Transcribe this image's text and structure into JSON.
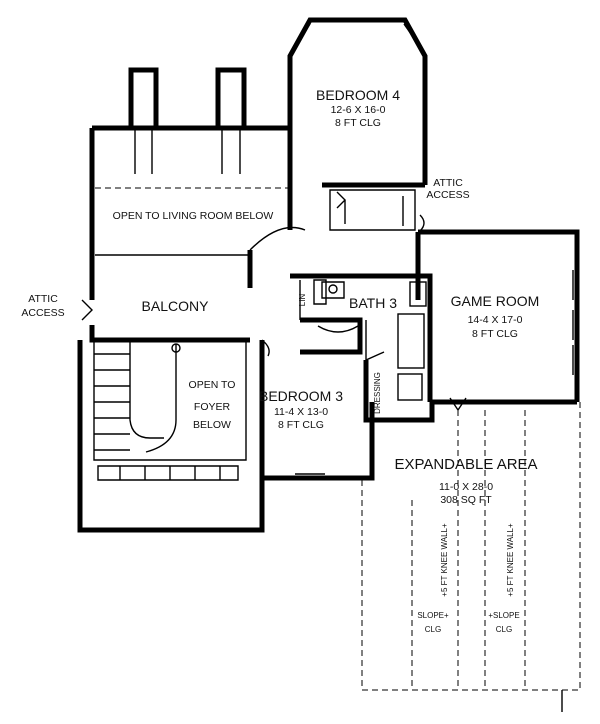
{
  "labels": {
    "bedroom4": {
      "name": "BEDROOM 4",
      "dims": "12-6 X 16-0",
      "clg": "8 FT CLG"
    },
    "open_living": "OPEN TO LIVING ROOM BELOW",
    "attic_access_top": [
      "ATTIC",
      "ACCESS"
    ],
    "attic_access_left": [
      "ATTIC",
      "ACCESS"
    ],
    "balcony": "BALCONY",
    "bath3": "BATH 3",
    "lin": "LIN",
    "game_room": {
      "name": "GAME ROOM",
      "dims": "14-4 X 17-0",
      "clg": "8 FT CLG"
    },
    "open_foyer": [
      "OPEN TO",
      "FOYER",
      "BELOW"
    ],
    "dressing": "DRESSING",
    "bedroom3": {
      "name": "BEDROOM 3",
      "dims": "11-4 X 13-0",
      "clg": "8 FT CLG"
    },
    "expandable": {
      "name": "EXPANDABLE AREA",
      "dims": "11-0 X 28-0",
      "sqft": "308 SQ FT"
    },
    "knee_wall_left": "+5 FT KNEE WALL+",
    "knee_wall_right": "+5 FT KNEE WALL+",
    "slope_left": [
      "SLOPE+",
      "CLG"
    ],
    "slope_right": [
      "+SLOPE",
      "CLG"
    ]
  }
}
